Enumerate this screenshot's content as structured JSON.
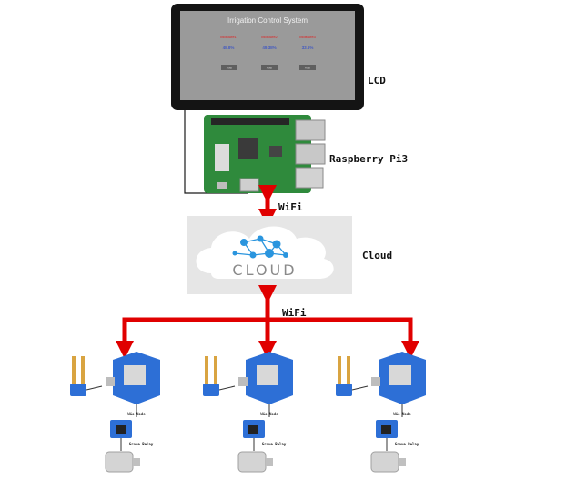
{
  "lcd": {
    "title": "Irrigation Control System",
    "sensors": [
      {
        "label": "Moisture1",
        "value": "48.8%",
        "button": "Auto"
      },
      {
        "label": "Moisture2",
        "value": "49.38%",
        "button": "Auto"
      },
      {
        "label": "Moisture3",
        "value": "33.6%",
        "button": "Auto"
      }
    ]
  },
  "labels": {
    "lcd": "LCD",
    "raspberry": "Raspberry Pi3",
    "wifi_top": "WiFi",
    "cloud": "Cloud",
    "wifi_bottom": "WiFi"
  },
  "cloud_logo_text": "CLOUD",
  "nodes": [
    {
      "node_label": "Wio Node",
      "relay_label": "Grove Relay"
    },
    {
      "node_label": "Wio Node",
      "relay_label": "Grove Relay"
    },
    {
      "node_label": "Wio Node",
      "relay_label": "Grove Relay"
    }
  ],
  "colors": {
    "arrow": "#e00000",
    "pi_board": "#2f8a3c",
    "wio_board": "#2d6fd6",
    "cloud_bg": "#e6e6e6",
    "cloud_node": "#2a95de"
  }
}
